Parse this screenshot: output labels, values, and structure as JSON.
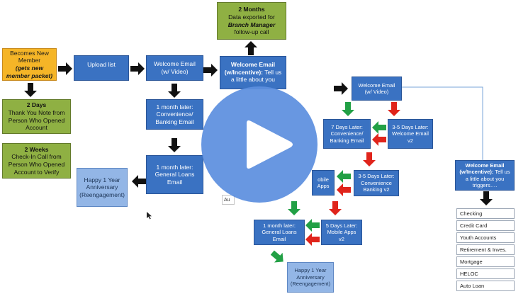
{
  "colors": {
    "orange_box": "#f5b527",
    "green_box": "#8fb043",
    "blue_box": "#3a72c2",
    "light_blue_box": "#93b6e6",
    "arrow_black": "#111111",
    "arrow_green": "#22a045",
    "arrow_red": "#e0241b",
    "play_button": "#5d8fdf"
  },
  "nodes": {
    "new_member": {
      "title": "Becomes New Member",
      "note": "(gets new member packet)"
    },
    "two_days": {
      "title": "2 Days",
      "body": "Thank You Note from Person Who Opened Account"
    },
    "two_weeks": {
      "title": "2 Weeks",
      "body": "Check-In Call  from Person Who Opened Account to Verify"
    },
    "upload_list": "Upload list",
    "welcome_email_video": "Welcome Email (w/ Video)",
    "welcome_incentive": {
      "title": "Welcome Email (w/Incentive):",
      "body": "Tell us a little about you"
    },
    "two_months": {
      "title": "2 Months",
      "line1": "Data exported for",
      "role": "Branch Manager",
      "line2": "follow-up call"
    },
    "one_month_convenience": "1 month later: Convenience/ Banking  Email",
    "one_month_loans": "1 month later: General Loans Email",
    "happy_1yr_left": "Happy 1 Year Anniversary (Reengagement)",
    "welcome_email_video_right": "Welcome Email (w/ Video)",
    "seven_days_convenience": "7 Days Later: Convenience/ Banking  Email",
    "three_five_welcome": "3-5 Days Later: Welcome Email v2",
    "three_five_convenience": "3-5 Days Later: Convenience Banking v2",
    "mobile_apps_partial": "obile Apps",
    "five_days_mobile": "5 Days Later: Mobile Apps v2",
    "one_month_loans_right": "1 month later: General Loans Email",
    "happy_1yr_right": "Happy 1 Year Anniversary (Reengagement)",
    "welcome_incentive_right": {
      "title": "Welcome Email (w/Incentive):",
      "body": "Tell us a little about you triggers…."
    },
    "stub_label": "Au"
  },
  "checklist": [
    "Checking",
    "Credit Card",
    "Youth Accounts",
    "Retirement & Inves.",
    "Mortgage",
    "HELOC",
    "Auto Loan"
  ]
}
